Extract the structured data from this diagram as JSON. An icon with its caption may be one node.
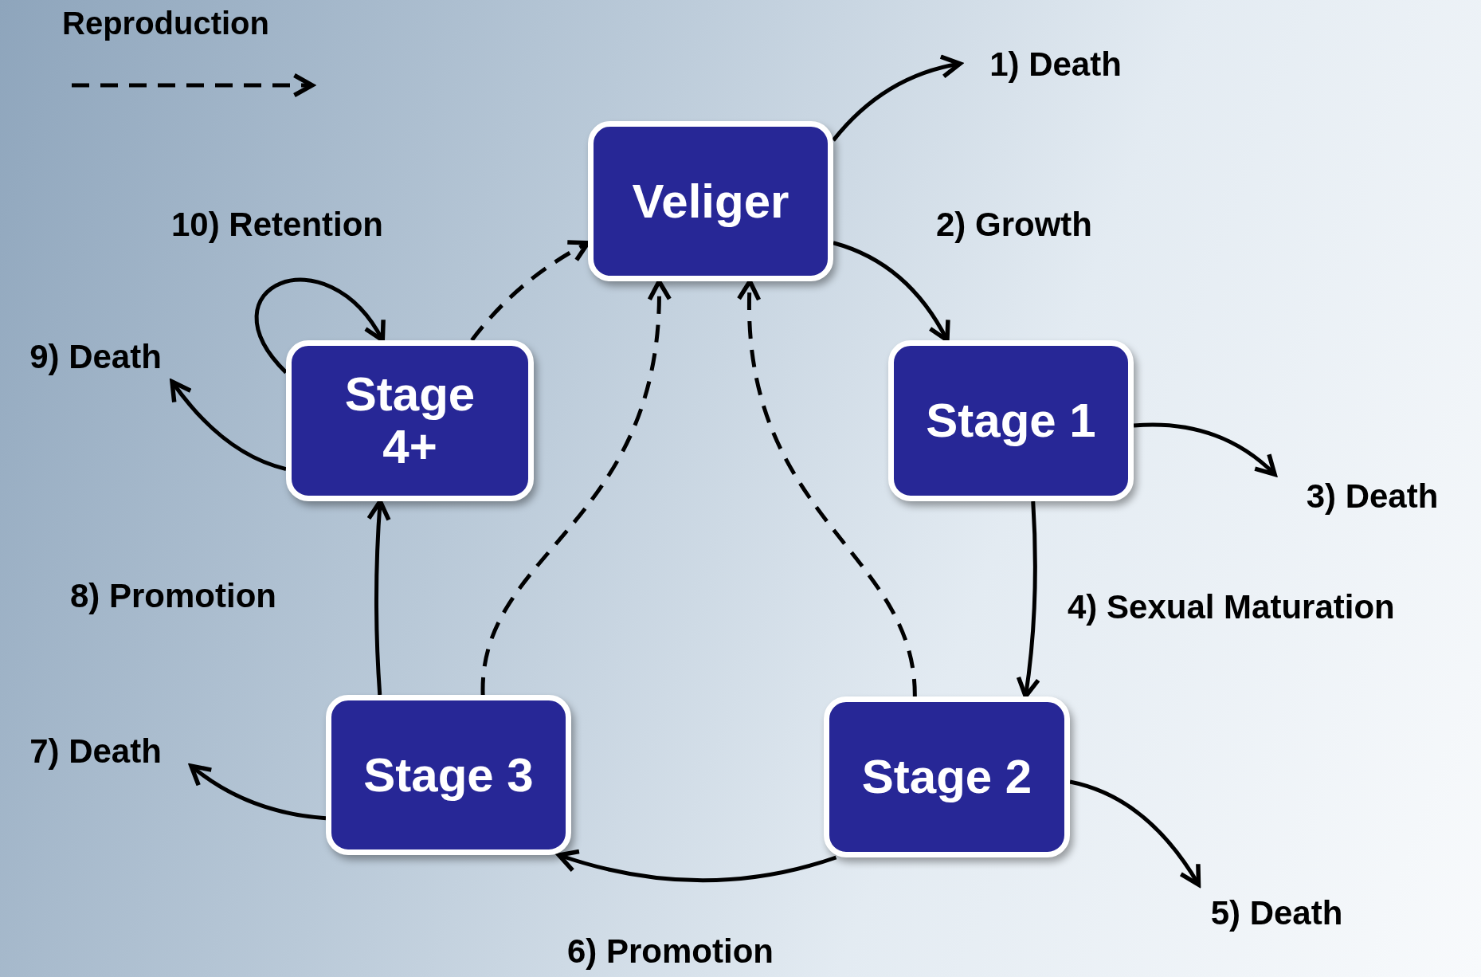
{
  "diagram": {
    "nodes": [
      {
        "text": [
          "Veliger"
        ]
      },
      {
        "text": [
          "Stage 4+"
        ]
      },
      {
        "text": [
          "Stage 1"
        ]
      },
      {
        "text": [
          "Stage 3"
        ]
      },
      {
        "text": [
          "Stage 2"
        ]
      },
      {
        "text": [
          "1) Death"
        ]
      },
      {
        "text": [
          "3) Death"
        ]
      },
      {
        "text": [
          "5) Death"
        ]
      },
      {
        "text": [
          "7) Death"
        ]
      },
      {
        "text": [
          "9) Death"
        ]
      }
    ],
    "edges": [
      {
        "from": 0,
        "to": 5,
        "arrow": "to"
      },
      {
        "from": 0,
        "to": 2,
        "arrow": "to",
        "label": "2) Growth"
      },
      {
        "from": 2,
        "to": 6,
        "arrow": "to"
      },
      {
        "from": 2,
        "to": 4,
        "arrow": "to",
        "label": "4) Sexual Maturation"
      },
      {
        "from": 4,
        "to": 7,
        "arrow": "to"
      },
      {
        "from": 4,
        "to": 3,
        "arrow": "to",
        "label": "6) Promotion"
      },
      {
        "from": 3,
        "to": 8,
        "arrow": "to"
      },
      {
        "from": 3,
        "to": 1,
        "arrow": "to",
        "label": "8) Promotion"
      },
      {
        "from": 1,
        "to": 9,
        "arrow": "to"
      },
      {
        "from": 1,
        "to": 1,
        "arrow": "to",
        "label": "10) Retention"
      },
      {
        "from": 1,
        "to": 0,
        "arrow": "to",
        "style": "dashed"
      },
      {
        "from": 3,
        "to": 0,
        "arrow": "to",
        "style": "dashed"
      },
      {
        "from": 4,
        "to": 0,
        "arrow": "to",
        "style": "dashed"
      }
    ],
    "legend": [
      {
        "text": "Reproduction"
      }
    ]
  }
}
